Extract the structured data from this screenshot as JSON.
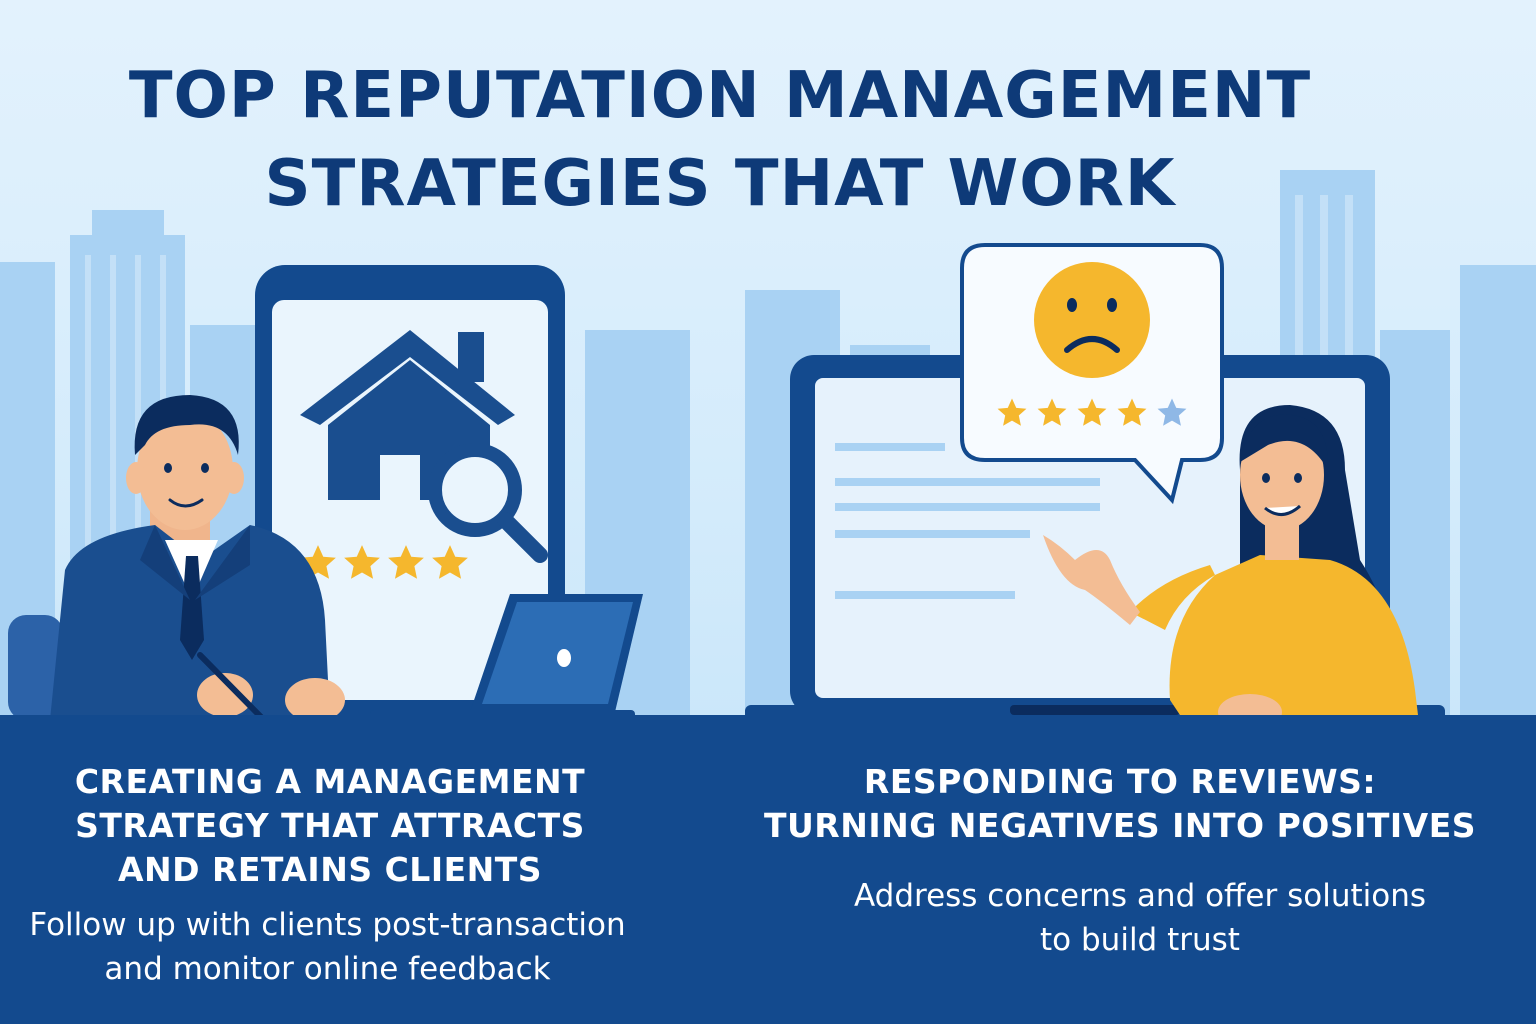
{
  "title": {
    "line1": "TOP REPUTATION MANAGEMENT",
    "line2": "STRATEGIES THAT WORK"
  },
  "left_panel": {
    "heading": "CREATING A MANAGEMENT\nSTRATEGY THAT ATTRACTS\nAND RETAINS CLIENTS",
    "description": "Follow up with clients post-transaction\nand monitor online feedback",
    "rating_stars": 4,
    "icons": [
      "house-icon",
      "magnifier-icon",
      "star-icon",
      "laptop-icon"
    ]
  },
  "right_panel": {
    "heading": "RESPONDING TO REVIEWS:\nTURNING NEGATIVES INTO POSITIVES",
    "description": "Address concerns and offer solutions\nto build trust",
    "rating_stars": 4,
    "rating_max": 5,
    "icons": [
      "sad-face-icon",
      "speech-bubble-icon",
      "star-icon",
      "monitor-icon"
    ]
  },
  "colors": {
    "navy": "#0e3a78",
    "band": "#134a8e",
    "star": "#f5b72d",
    "sky": "#d3ebfb",
    "buildings": "#a9d2f3"
  }
}
